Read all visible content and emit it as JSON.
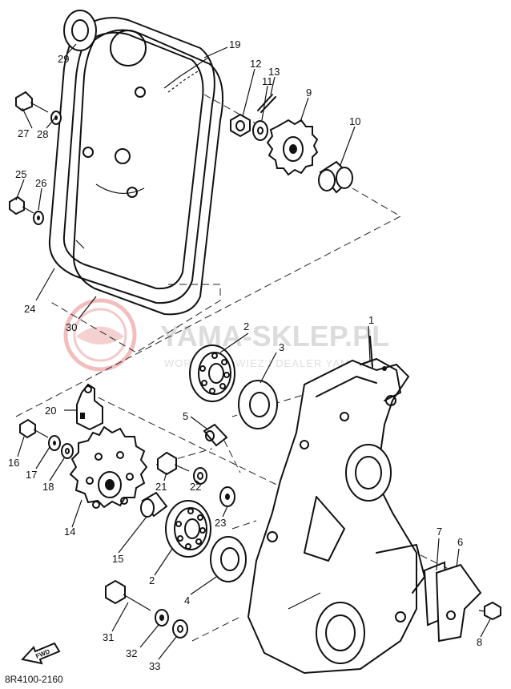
{
  "diagram": {
    "callouts": [
      "1",
      "2",
      "2",
      "3",
      "4",
      "5",
      "6",
      "7",
      "8",
      "9",
      "10",
      "11",
      "12",
      "13",
      "14",
      "15",
      "16",
      "17",
      "18",
      "19",
      "20",
      "21",
      "22",
      "23",
      "24",
      "25",
      "26",
      "27",
      "28",
      "29",
      "30",
      "31",
      "32",
      "33"
    ],
    "diagram_code": "8R4100-2160",
    "direction_label": "FWD"
  },
  "watermark": {
    "title": "YAMA-SKLEP.PL",
    "subtitle": "WORLD SHOWIEZ | DEALER YAMAHA",
    "color": "#e8a0a0"
  }
}
